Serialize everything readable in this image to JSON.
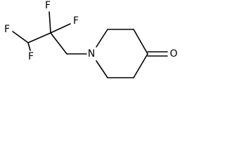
{
  "molecule": {
    "atoms": {
      "f1": "F",
      "f2": "F",
      "f3": "F",
      "f4": "F",
      "n": "N",
      "o": "O"
    },
    "colors": {
      "bond": "#000000",
      "label": "#000000",
      "background": "#ffffff"
    }
  }
}
